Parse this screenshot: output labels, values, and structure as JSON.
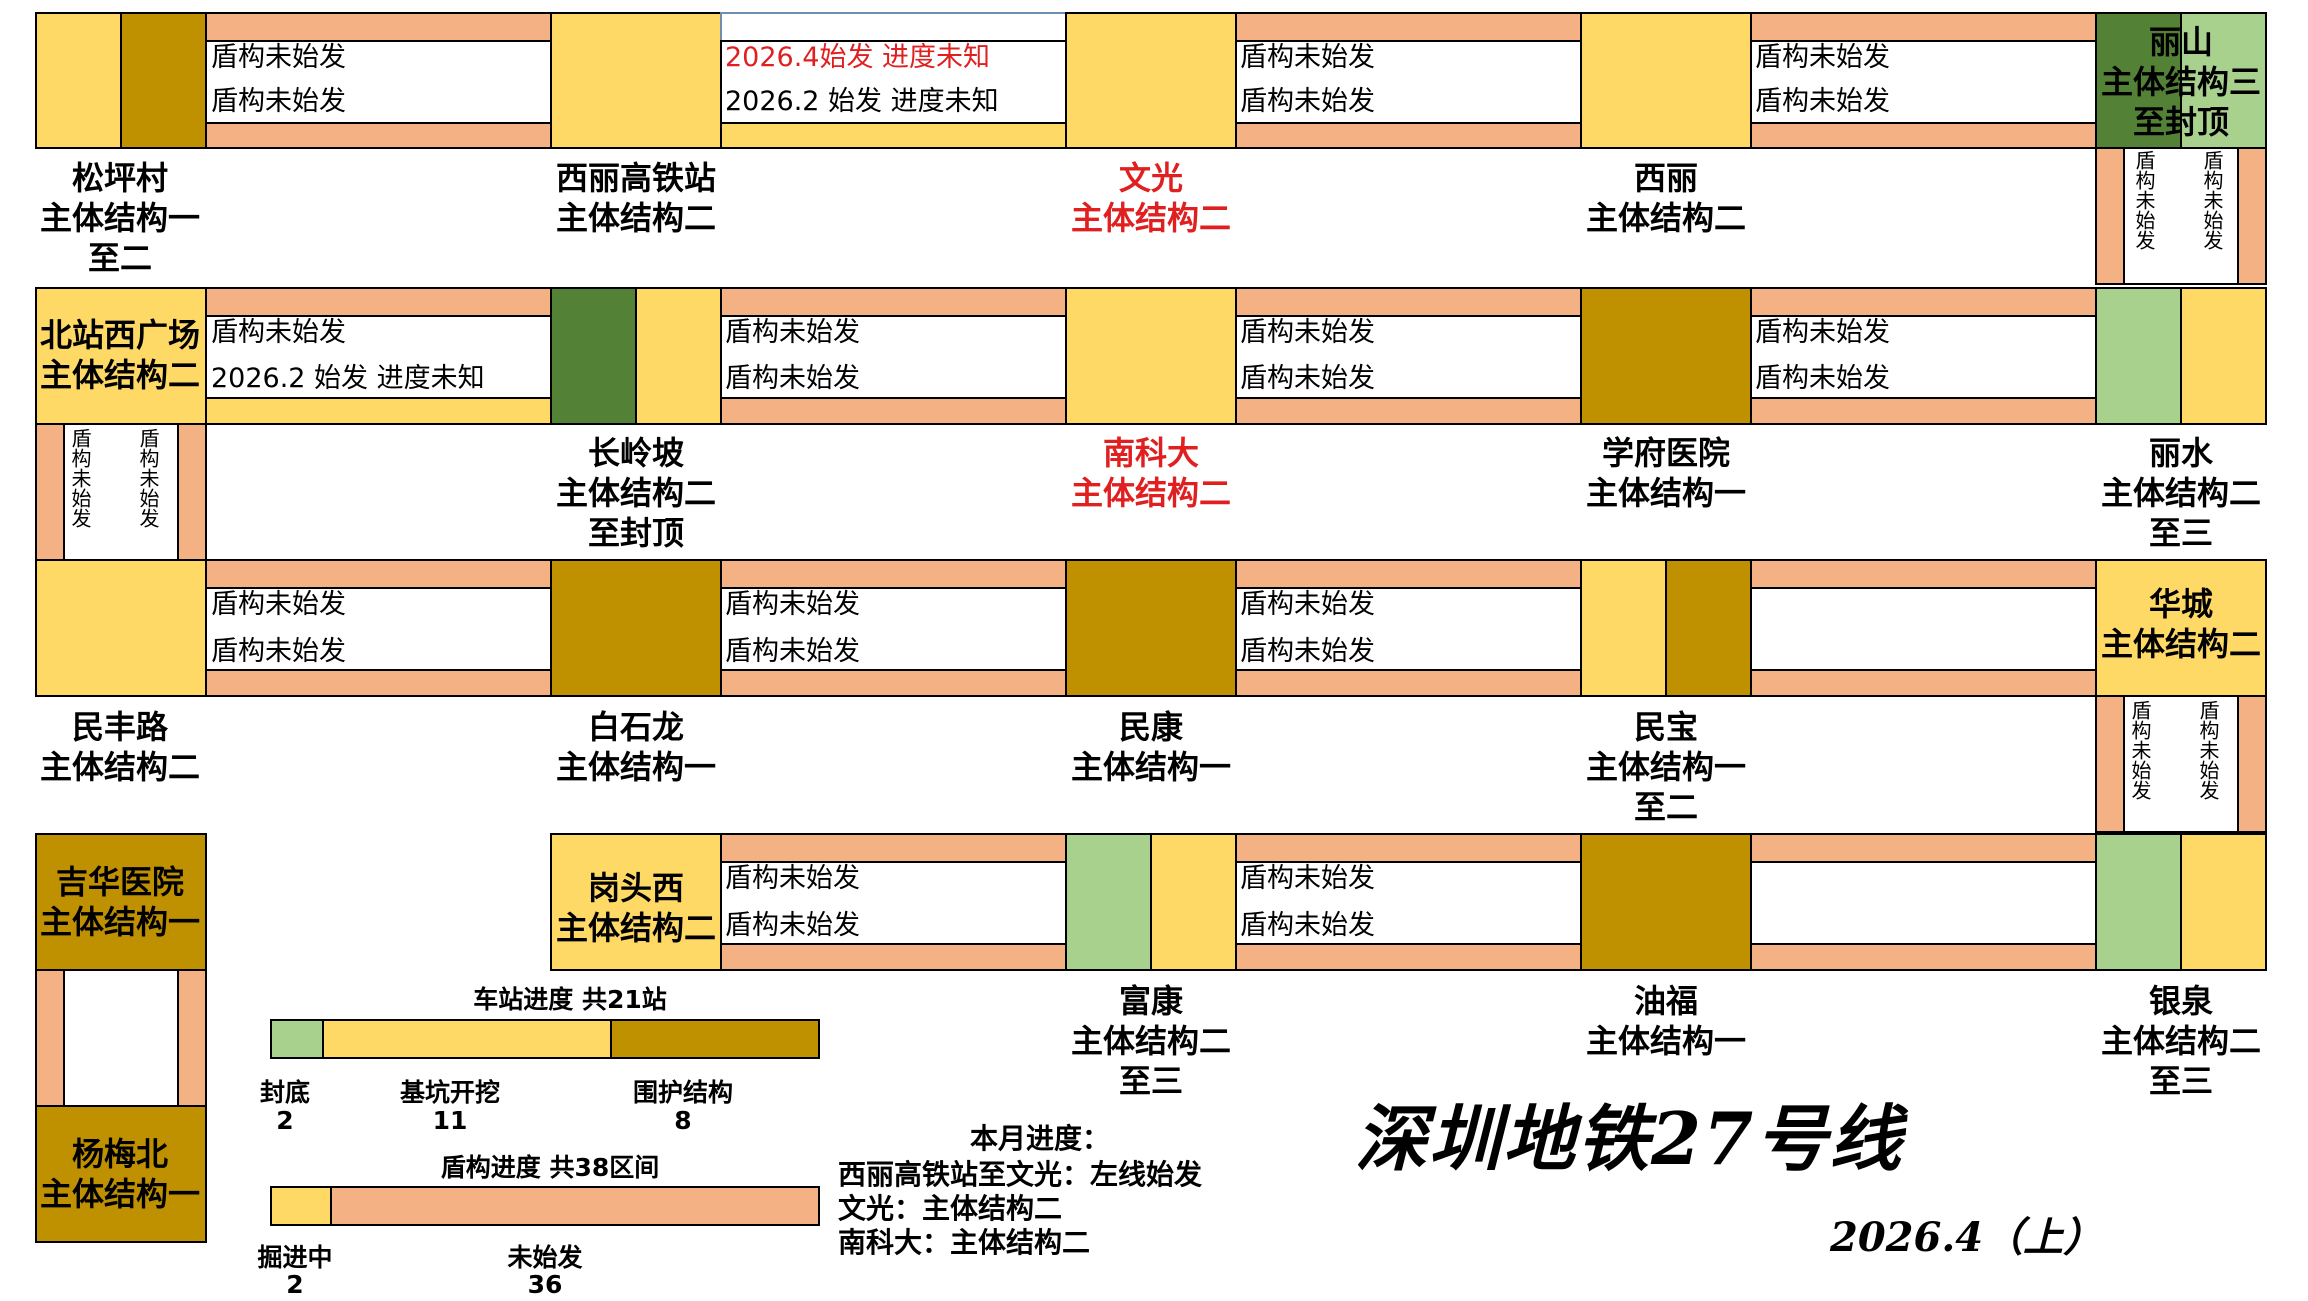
{
  "title": "深圳地铁27号线",
  "date": "2026.4（上）",
  "colors": {
    "stage1": "#BF9000",
    "stage2": "#FFD966",
    "stage3": "#A9D18E",
    "topped": "#538135",
    "tunnel": "#F4B183",
    "border": "#000000",
    "highlight": "#E02020"
  },
  "stations": {
    "songpingcun": [
      "松坪村",
      "主体结构一",
      "至二"
    ],
    "xilihsr": [
      "西丽高铁站",
      "主体结构二"
    ],
    "wenguang": [
      "文光",
      "主体结构二"
    ],
    "xili": [
      "西丽",
      "主体结构二"
    ],
    "lishan": [
      "丽山",
      "主体结构三",
      "至封顶"
    ],
    "beizhan": [
      "北站西广场",
      "主体结构二"
    ],
    "changlingpo": [
      "长岭坡",
      "主体结构二",
      "至封顶"
    ],
    "nankeda": [
      "南科大",
      "主体结构二"
    ],
    "xuefu": [
      "学府医院",
      "主体结构一"
    ],
    "lishui": [
      "丽水",
      "主体结构二",
      "至三"
    ],
    "minfeng": [
      "民丰路",
      "主体结构二"
    ],
    "baishilong": [
      "白石龙",
      "主体结构一"
    ],
    "minkang": [
      "民康",
      "主体结构一"
    ],
    "minbao": [
      "民宝",
      "主体结构一",
      "至二"
    ],
    "huacheng": [
      "华城",
      "主体结构二"
    ],
    "jihua": [
      "吉华医院",
      "主体结构一"
    ],
    "gangtouxi": [
      "岗头西",
      "主体结构二"
    ],
    "fukang": [
      "富康",
      "主体结构二",
      "至三"
    ],
    "youfu": [
      "油福",
      "主体结构一"
    ],
    "yinquan": [
      "银泉",
      "主体结构二",
      "至三"
    ],
    "yangmeibei": [
      "杨梅北",
      "主体结构一"
    ]
  },
  "tunnels": {
    "r1s1": [
      "盾构未始发",
      "盾构未始发"
    ],
    "r1s2": [
      "2026.4始发 进度未知",
      "2026.2 始发 进度未知"
    ],
    "r1s3": [
      "盾构未始发",
      "盾构未始发"
    ],
    "r1s4": [
      "盾构未始发",
      "盾构未始发"
    ],
    "v_right1": [
      "盾构未始发",
      "盾构未始发"
    ],
    "r2s1": [
      "盾构未始发",
      "2026.2 始发 进度未知"
    ],
    "r2s2": [
      "盾构未始发",
      "盾构未始发"
    ],
    "r2s3": [
      "盾构未始发",
      "盾构未始发"
    ],
    "r2s4": [
      "盾构未始发",
      "盾构未始发"
    ],
    "v_left": [
      "盾构未始发",
      "盾构未始发"
    ],
    "r3s1": [
      "盾构未始发",
      "盾构未始发"
    ],
    "r3s2": [
      "盾构未始发",
      "盾构未始发"
    ],
    "r3s3": [
      "盾构未始发",
      "盾构未始发"
    ],
    "v_right2": [
      "盾构未始发",
      "盾构未始发"
    ],
    "r4s1": [
      "盾构未始发",
      "盾构未始发"
    ],
    "r4s2": [
      "盾构未始发",
      "盾构未始发"
    ]
  },
  "legend": {
    "station_title": "车站进度 共21站",
    "station_items": [
      {
        "label": "封底",
        "count": 2
      },
      {
        "label": "基坑开挖",
        "count": 11
      },
      {
        "label": "围护结构",
        "count": 8
      }
    ],
    "shield_title": "盾构进度 共38区间",
    "shield_items": [
      {
        "label": "掘进中",
        "count": 2
      },
      {
        "label": "未始发",
        "count": 36
      }
    ]
  },
  "monthly": {
    "heading": "本月进度：",
    "lines": [
      "西丽高铁站至文光：左线始发",
      "文光：主体结构二",
      "南科大：主体结构二"
    ]
  }
}
